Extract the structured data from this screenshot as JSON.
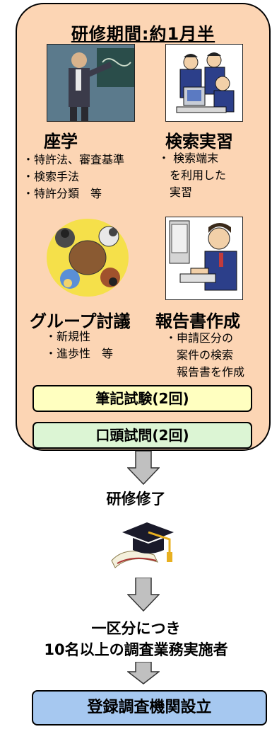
{
  "panel": {
    "title": "研修期間:約1月半",
    "sections": [
      {
        "heading": "座学",
        "items": [
          "・特許法、審査基準",
          "・検索手法",
          "・特許分類　等"
        ]
      },
      {
        "heading": "検索実習",
        "items": [
          "・ 検索端末",
          "　を利用した",
          "　実習"
        ]
      },
      {
        "heading": "グループ討議",
        "items": [
          "・新規性",
          "・進歩性　等"
        ]
      },
      {
        "heading": "報告書作成",
        "items": [
          "・申請区分の",
          "　案件の検索",
          "　報告書を作成"
        ]
      }
    ],
    "exam_written": "筆記試験(2回)",
    "exam_oral": "口頭試問(2回)"
  },
  "completion": "研修修了",
  "outcome_line1": "一区分につき",
  "outcome_line2": "10名以上の調査業務実施者",
  "final_box": "登録調査機関設立",
  "colors": {
    "panel": "#fcd5b4",
    "written_exam": "#ffffc0",
    "oral_exam": "#dcf5d4",
    "final_box": "#a6c8f0",
    "arrow": "#c0c0c0"
  }
}
